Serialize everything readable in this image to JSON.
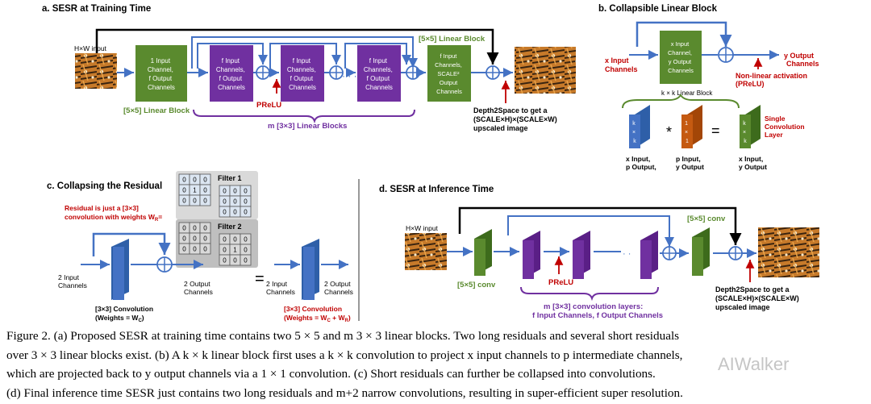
{
  "panel_a": {
    "title": "a.  SESR at Training Time",
    "input_label": "H×W input",
    "block1": [
      "1 Input",
      "Channel,",
      "f Output",
      "Channels"
    ],
    "block1_caption": "[5×5] Linear Block",
    "purple1": [
      "f Input",
      "Channels,",
      "f Output",
      "Channels"
    ],
    "purple2": [
      "f Input",
      "Channels,",
      "f Output",
      "Channels"
    ],
    "purple3": [
      "f Input",
      "Channels,",
      "f Output",
      "Channels"
    ],
    "green_last": [
      "f Input",
      "Channels,",
      "SCALE²",
      "Output",
      "Channels"
    ],
    "green_last_caption": "[5×5] Linear Block",
    "prelu": "PReLU",
    "dots": "· · ·",
    "brace_label": "m [3×3] Linear Blocks",
    "d2s": [
      "Depth2Space to get a",
      "(SCALE×H)×(SCALE×W)",
      "upscaled image"
    ]
  },
  "panel_b": {
    "title": "b.  Collapsible Linear Block",
    "x_in": [
      "x Input",
      "Channels"
    ],
    "y_out": [
      "y Output",
      "Channels"
    ],
    "block": [
      "x Input",
      "Channel,",
      "y Output",
      "Channels"
    ],
    "kxk_label": "k × k Linear Block",
    "nonlin": [
      "Non-linear activation",
      "(PReLU)"
    ],
    "op_mul": "*",
    "op_eq": "=",
    "k_letters": [
      "k",
      "×",
      "k"
    ],
    "one_letters": [
      "1",
      "×",
      "1"
    ],
    "cap1": [
      "x Input,",
      "p Output,"
    ],
    "cap2": [
      "p Input,",
      "y Output"
    ],
    "cap3": [
      "x Input,",
      "y Output"
    ],
    "single": [
      "Single",
      "Convolution",
      "Layer"
    ]
  },
  "panel_c": {
    "title": "c.  Collapsing the Residual",
    "residual": [
      "Residual is just a [3×3]",
      "convolution with weights W"
    ],
    "wr_sub": "R",
    "eq": "=",
    "filter1": "Filter 1",
    "filter2": "Filter 2",
    "filter1_rows": [
      [
        "0",
        "0",
        "0"
      ],
      [
        "0",
        "1",
        "0"
      ],
      [
        "0",
        "0",
        "0"
      ]
    ],
    "filter1b_rows": [
      [
        "0",
        "0",
        "0"
      ],
      [
        "0",
        "0",
        "0"
      ],
      [
        "0",
        "0",
        "0"
      ]
    ],
    "filter2_rows": [
      [
        "0",
        "0",
        "0"
      ],
      [
        "0",
        "0",
        "0"
      ],
      [
        "0",
        "0",
        "0"
      ]
    ],
    "filter2b_rows": [
      [
        "0",
        "0",
        "0"
      ],
      [
        "0",
        "1",
        "0"
      ],
      [
        "0",
        "0",
        "0"
      ]
    ],
    "in_label": [
      "2 Input",
      "Channels"
    ],
    "out_label": [
      "2 Output",
      "Channels"
    ],
    "in2_label": [
      "2 Input",
      "Channels"
    ],
    "out2_label": [
      "2 Output",
      "Channels"
    ],
    "conv1": [
      "[3×3] Convolution",
      "(Weights = W"
    ],
    "conv1_sub": "C",
    "conv2": [
      "[3×3] Convolution",
      "(Weights = W"
    ],
    "conv2_mid": " + W",
    "conv2_sub1": "C",
    "conv2_sub2": "R",
    "equals_big": "="
  },
  "panel_d": {
    "title": "d.  SESR at Inference Time",
    "input_label": "H×W input",
    "conv5_left": "[5×5] conv",
    "conv5_right": "[5×5] conv",
    "prelu": "PReLU",
    "dots": "· ·",
    "brace": [
      "m [3×3] convolution layers:",
      "f Input Channels, f Output Channels"
    ],
    "d2s": [
      "Depth2Space to get a",
      "(SCALE×H)×(SCALE×W)",
      "upscaled image"
    ]
  },
  "caption": [
    "Figure 2. (a) Proposed SESR at training time contains two 5 × 5 and m 3 × 3 linear blocks. Two long residuals and several short residuals",
    "over 3 × 3 linear blocks exist. (b) A k × k linear block first uses a k × k convolution to project x input channels to p intermediate channels,",
    "which are projected back to y output channels via a 1 × 1 convolution. (c) Short residuals can further be collapsed into convolutions.",
    "(d) Final inference time SESR just contains two long residuals and m+2 narrow convolutions, resulting in super-efficient super resolution."
  ],
  "watermark": "AIWalker",
  "colors": {
    "green": "#5a8a2e",
    "purple": "#7030a0",
    "blue": "#4472c4",
    "red": "#c00000",
    "orange": "#c55a11"
  }
}
